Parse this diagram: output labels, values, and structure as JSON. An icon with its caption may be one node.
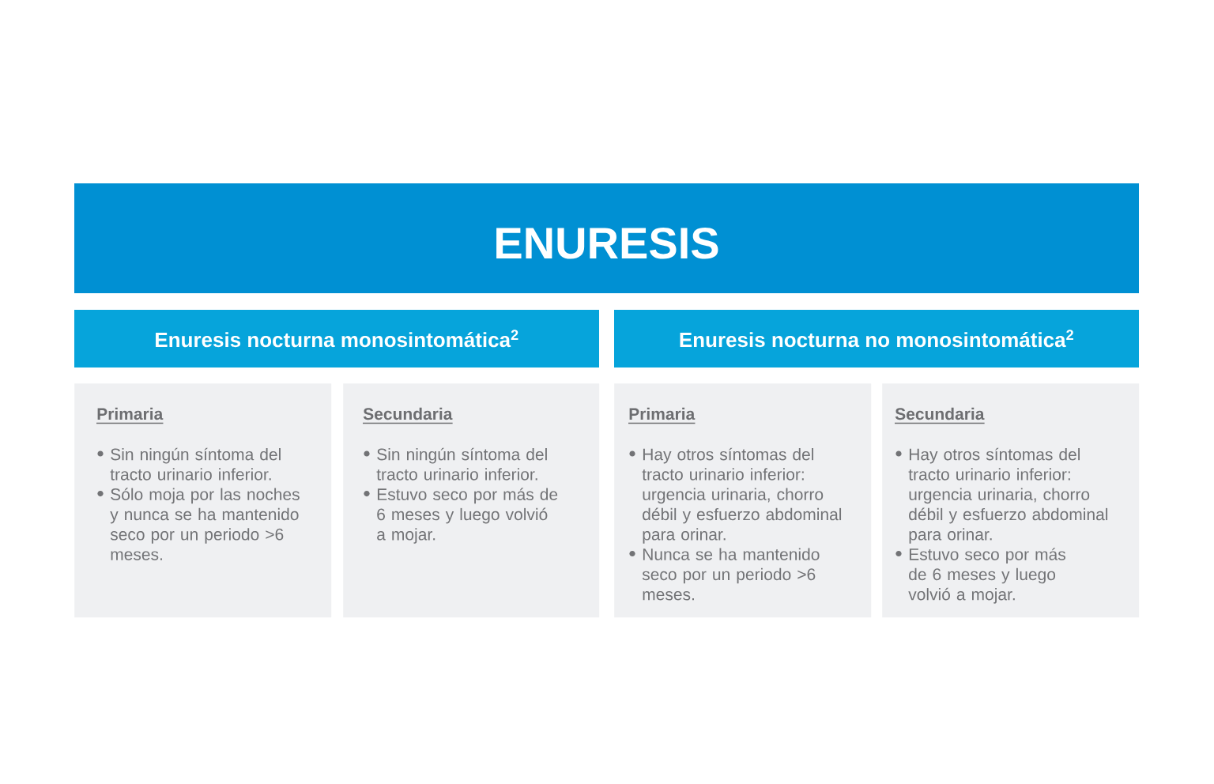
{
  "diagram": {
    "nodes": [
      {
        "text": [
          "ENURESIS"
        ]
      },
      {
        "text": [
          "Enuresis nocturna monosintomática$^{2}$"
        ]
      },
      {
        "text": [
          "Enuresis nocturna no monosintomática$^{2}$"
        ]
      },
      {
        "text": [
          "Primaria",
          "Sin ningún síntoma del tracto urinario inferior.",
          "Sólo moja por las noches y nunca se ha mantenido seco por un periodo >6 meses."
        ]
      },
      {
        "text": [
          "Secundaria",
          "Sin ningún síntoma del tracto urinario inferior.",
          "Estuvo seco por más de 6 meses y luego volvió a mojar."
        ]
      },
      {
        "text": [
          "Primaria",
          "Hay otros síntomas del tracto urinario inferior: urgencia urinaria, chorro débil y esfuerzo abdominal para orinar.",
          "Nunca se ha mantenido seco por un periodo >6 meses."
        ]
      },
      {
        "text": [
          "Secundaria",
          "Hay otros síntomas del tracto urinario inferior: urgencia urinaria, chorro débil y esfuerzo abdominal para orinar.",
          "Estuvo seco por más de 6 meses y luego volvió a mojar."
        ]
      }
    ]
  }
}
